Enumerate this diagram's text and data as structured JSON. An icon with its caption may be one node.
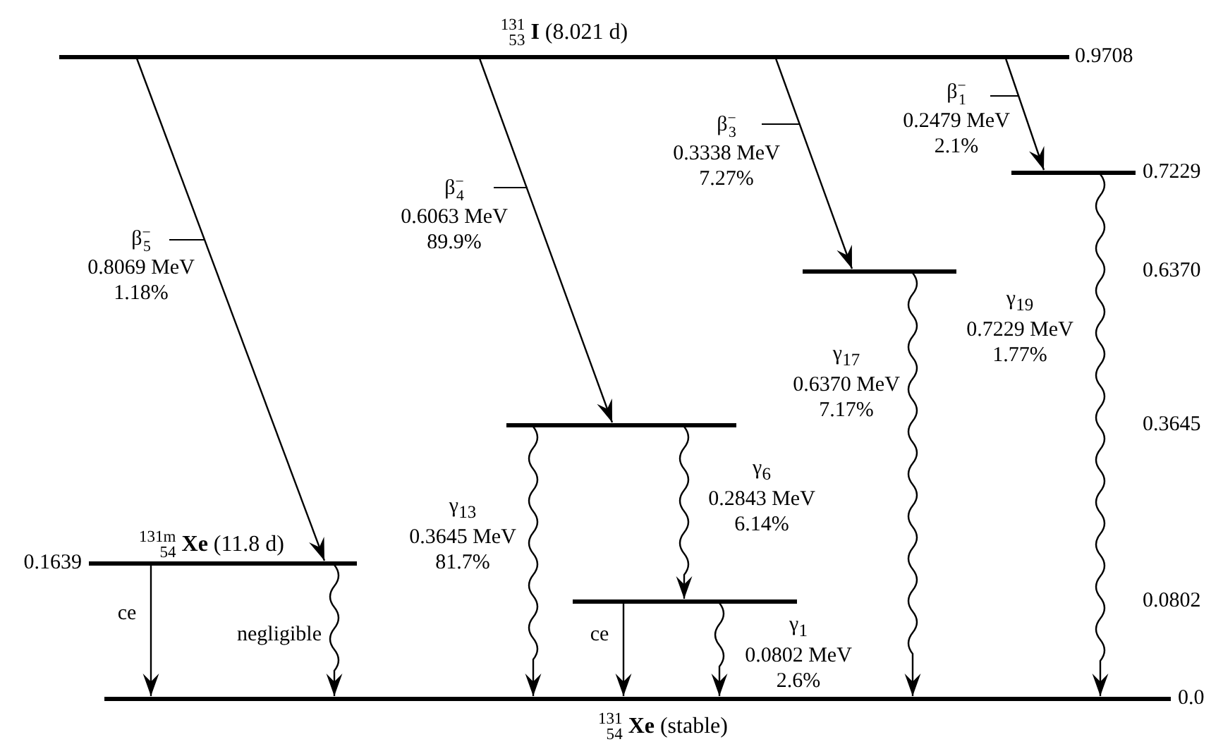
{
  "diagram": {
    "nodes": [
      {
        "text": [
          "$^{131}$$_{53}$ **I** (8.021 d)"
        ],
        "beside": [
          "0.9708"
        ]
      },
      {
        "text": [],
        "shape": "bar",
        "beside": [
          "0.7229"
        ]
      },
      {
        "text": [],
        "shape": "bar"
      },
      {
        "text": [],
        "shape": "bar"
      },
      {
        "text": [
          "$^{131m}$$_{54}$ **Xe** (11.8 d)"
        ],
        "beside": [
          "0.1639"
        ]
      },
      {
        "text": [],
        "shape": "bar"
      },
      {
        "text": [
          "$^{131}$$_{54}$ **Xe** (stable)"
        ],
        "beside": [
          "0.0"
        ]
      }
    ],
    "edges": [
      {
        "from": 0,
        "to": 4,
        "arrow": "to",
        "label": "β$^{−}$$_{5}$ 0.8069 MeV 1.18%"
      },
      {
        "from": 0,
        "to": 3,
        "arrow": "to",
        "label": "β$^{−}$$_{4}$ 0.6063 MeV 89.9%"
      },
      {
        "from": 0,
        "to": 2,
        "arrow": "to",
        "label": "β$^{−}$$_{3}$ 0.3338 MeV 7.27%"
      },
      {
        "from": 0,
        "to": 1,
        "arrow": "to",
        "label": "β$^{−}$$_{1}$ 0.2479 MeV 2.1%"
      },
      {
        "from": 1,
        "to": 6,
        "arrow": "to",
        "label": "γ$_{19}$ 0.7229 MeV 1.77%"
      },
      {
        "from": 2,
        "to": 6,
        "arrow": "to",
        "label": "γ$_{17}$ 0.6370 MeV 7.17%"
      },
      {
        "from": 3,
        "to": 6,
        "arrow": "to",
        "label": "γ$_{13}$ 0.3645 MeV 81.7%"
      },
      {
        "from": 3,
        "to": 5,
        "arrow": "to",
        "label": "γ$_{6}$ 0.2843 MeV 6.14%"
      },
      {
        "from": 4,
        "to": 6,
        "arrow": "to",
        "label": "ce"
      },
      {
        "from": 4,
        "to": 6,
        "arrow": "to",
        "label": "negligible"
      },
      {
        "from": 5,
        "to": 6,
        "arrow": "to",
        "label": "ce"
      },
      {
        "from": 5,
        "to": 6,
        "arrow": "to",
        "label": "γ$_{1}$ 0.0802 MeV 2.6%"
      }
    ],
    "labels": [
      "0.6370",
      "0.3645",
      "0.0802"
    ]
  }
}
